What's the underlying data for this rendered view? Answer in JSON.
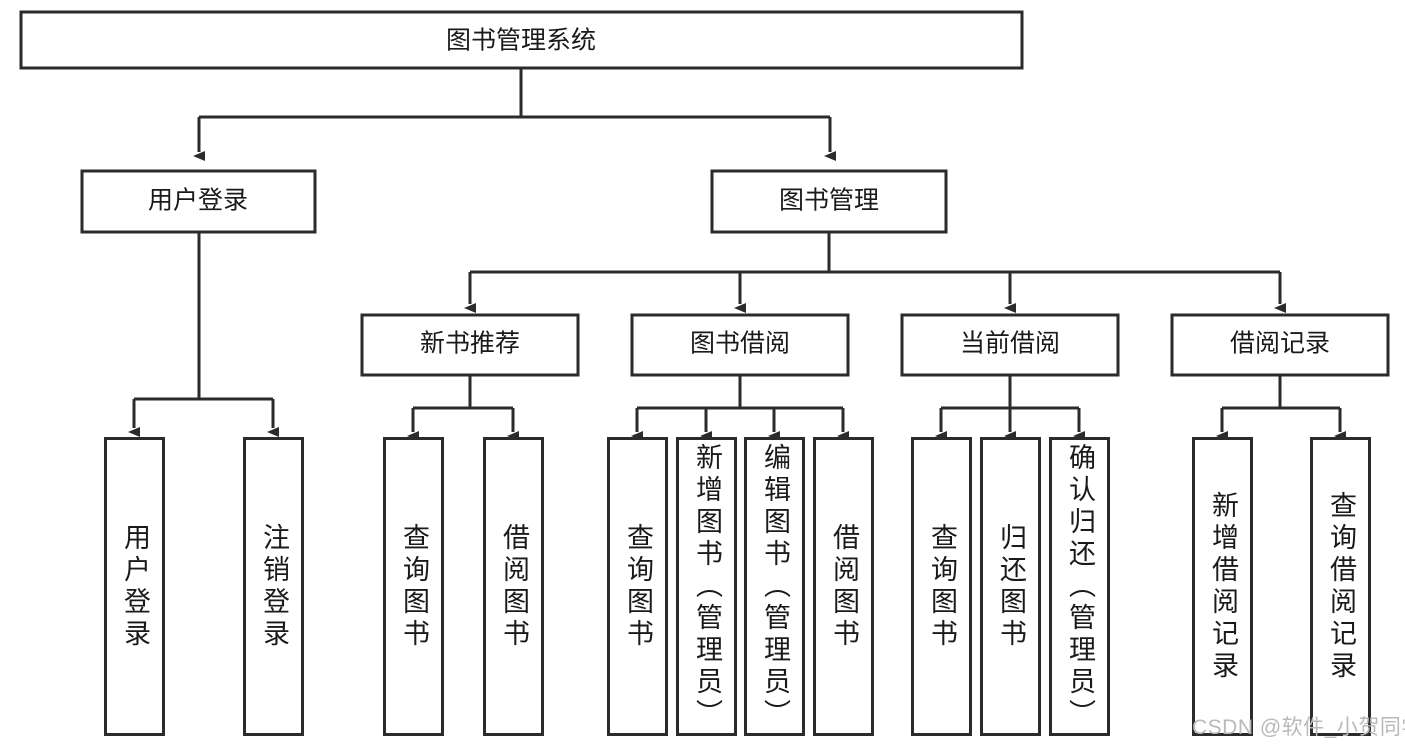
{
  "diagram": {
    "type": "tree-hierarchy",
    "title": "图书管理系统",
    "orientation": "top-down",
    "background_color": "#ffffff",
    "line_color": "#2b2b2b",
    "text_color": "#1a1a1a",
    "root": {
      "label": "图书管理系统",
      "text_direction": "horizontal"
    },
    "level2": [
      {
        "label": "用户登录",
        "text_direction": "horizontal"
      },
      {
        "label": "图书管理",
        "text_direction": "horizontal"
      }
    ],
    "level3": [
      {
        "label": "新书推荐",
        "text_direction": "horizontal",
        "parent": "图书管理"
      },
      {
        "label": "图书借阅",
        "text_direction": "horizontal",
        "parent": "图书管理"
      },
      {
        "label": "当前借阅",
        "text_direction": "horizontal",
        "parent": "图书管理"
      },
      {
        "label": "借阅记录",
        "text_direction": "horizontal",
        "parent": "图书管理"
      }
    ],
    "leaves": {
      "user_login": [
        {
          "label": "用户登录",
          "text_direction": "vertical"
        },
        {
          "label": "注销登录",
          "text_direction": "vertical"
        }
      ],
      "new_book_recommend": [
        {
          "label": "查询图书",
          "text_direction": "vertical"
        },
        {
          "label": "借阅图书",
          "text_direction": "vertical"
        }
      ],
      "book_borrow": [
        {
          "label": "查询图书",
          "text_direction": "vertical"
        },
        {
          "label": "新增图书（管理员）",
          "text_direction": "vertical"
        },
        {
          "label": "编辑图书（管理员）",
          "text_direction": "vertical"
        },
        {
          "label": "借阅图书",
          "text_direction": "vertical"
        }
      ],
      "current_borrow": [
        {
          "label": "查询图书",
          "text_direction": "vertical"
        },
        {
          "label": "归还图书",
          "text_direction": "vertical"
        },
        {
          "label": "确认归还（管理员）",
          "text_direction": "vertical"
        }
      ],
      "borrow_record": [
        {
          "label": "新增借阅记录",
          "text_direction": "vertical"
        },
        {
          "label": "查询借阅记录",
          "text_direction": "vertical"
        }
      ]
    }
  },
  "watermark": {
    "text": "CSDN @软件_小贺同学",
    "color": "#b9b9b9"
  }
}
